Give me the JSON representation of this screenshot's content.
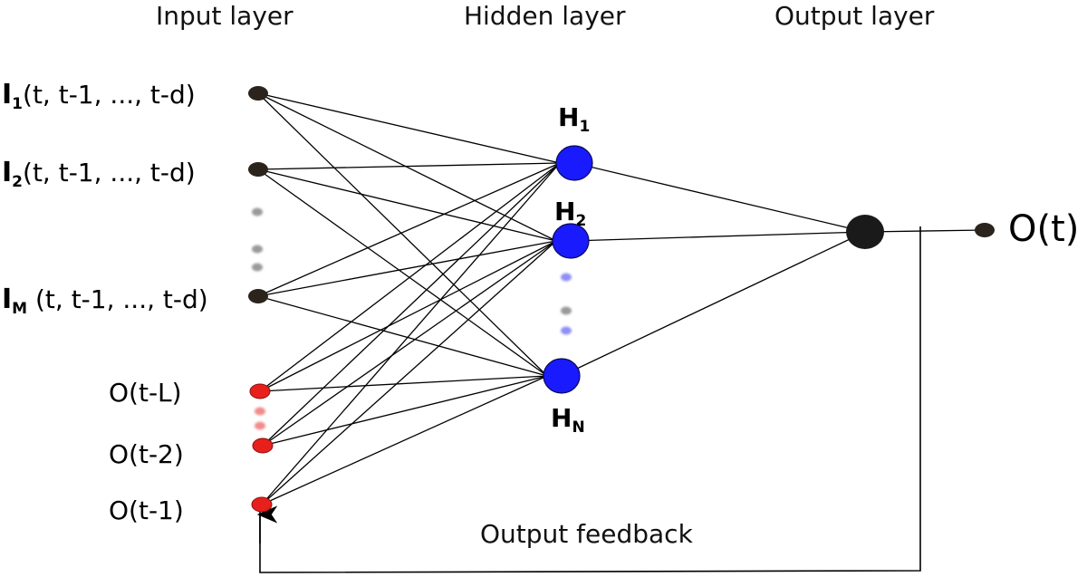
{
  "layer_titles": {
    "input": "Input layer",
    "hidden": "Hidden layer",
    "output": "Output layer"
  },
  "input_nodes": [
    {
      "symbol": "I",
      "sub": "1",
      "args": "(t, t-1, ..., t-d)",
      "color": "#2a241c"
    },
    {
      "symbol": "I",
      "sub": "2",
      "args": "(t, t-1, ..., t-d)",
      "color": "#2a241c"
    },
    {
      "symbol": "I",
      "sub": "M",
      "args": " (t, t-1, ..., t-d)",
      "color": "#2a241c"
    }
  ],
  "feedback_nodes": [
    {
      "label": "O(t-L)",
      "color": "#e8201c"
    },
    {
      "label": "O(t-2)",
      "color": "#e8201c"
    },
    {
      "label": "O(t-1)",
      "color": "#e8201c"
    }
  ],
  "hidden_nodes": [
    {
      "symbol": "H",
      "sub": "1",
      "color": "#1a1aff"
    },
    {
      "symbol": "H",
      "sub": "2",
      "color": "#1a1aff"
    },
    {
      "symbol": "H",
      "sub": "N",
      "color": "#1a1aff"
    }
  ],
  "output_node": {
    "color": "#1a1a1a"
  },
  "output_label": "O(t)",
  "feedback_text": "Output feedback",
  "ellipsis_colors": {
    "input": "#9a9a9a",
    "feedback": "#f28c8c",
    "hidden": "#8f8ff5",
    "hidden_gray": "#9a9a9a"
  }
}
